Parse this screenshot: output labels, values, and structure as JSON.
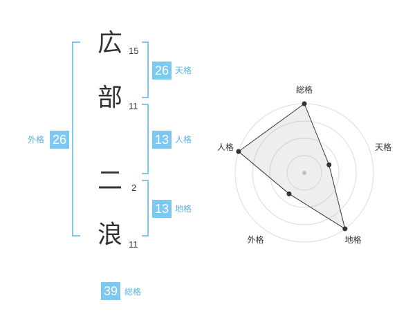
{
  "name_chars": [
    {
      "char": "広",
      "strokes": "15"
    },
    {
      "char": "部",
      "strokes": "11"
    },
    {
      "char": "二",
      "strokes": "2"
    },
    {
      "char": "浪",
      "strokes": "11"
    }
  ],
  "kakusu": {
    "tenkaku": {
      "value": "26",
      "label": "天格"
    },
    "jinkaku": {
      "value": "13",
      "label": "人格"
    },
    "chikaku": {
      "value": "13",
      "label": "地格"
    },
    "gaikaku": {
      "value": "26",
      "label": "外格"
    },
    "soukaku": {
      "value": "39",
      "label": "総格"
    }
  },
  "colors": {
    "accent": "#7dc8f0",
    "label": "#5ab2e6"
  },
  "chart_data": {
    "type": "radar",
    "axes": [
      "総格",
      "天格",
      "地格",
      "外格",
      "人格"
    ],
    "values": [
      4,
      1.5,
      4,
      1.5,
      4
    ],
    "max": 4,
    "rings": 4
  }
}
